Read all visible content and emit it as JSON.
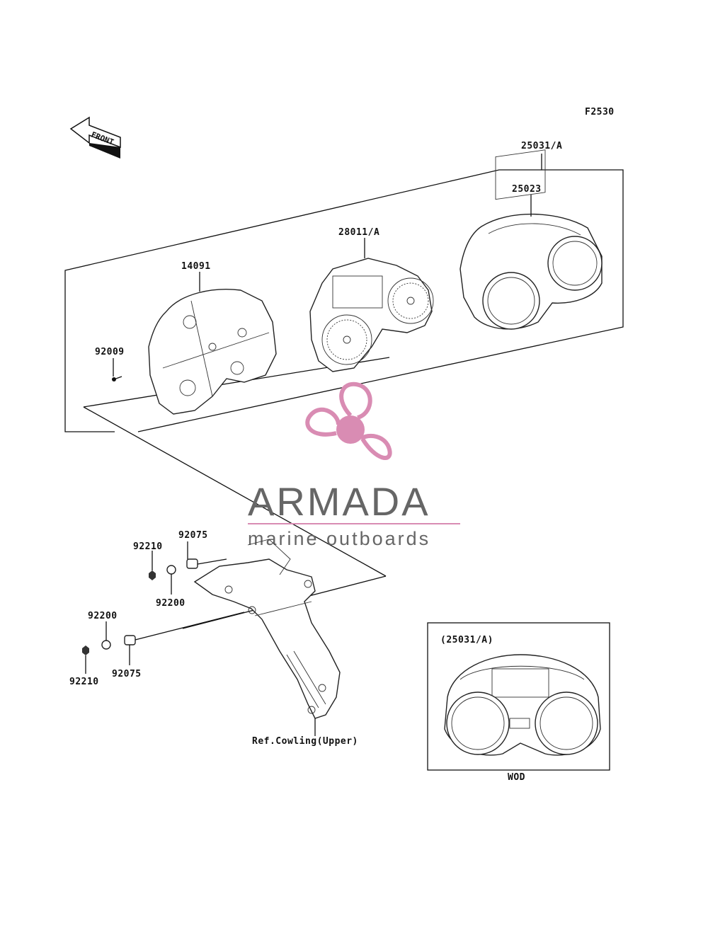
{
  "figure_code": "F2530",
  "front_arrow_label": "FRONT",
  "parts": [
    {
      "id": "p-25031",
      "label": "25031/A"
    },
    {
      "id": "p-25023",
      "label": "25023"
    },
    {
      "id": "p-28011",
      "label": "28011/A"
    },
    {
      "id": "p-14091",
      "label": "14091"
    },
    {
      "id": "p-92009",
      "label": "92009"
    },
    {
      "id": "p-92075a",
      "label": "92075"
    },
    {
      "id": "p-92210a",
      "label": "92210"
    },
    {
      "id": "p-92200a",
      "label": "92200"
    },
    {
      "id": "p-92200b",
      "label": "92200"
    },
    {
      "id": "p-92075b",
      "label": "92075"
    },
    {
      "id": "p-92210b",
      "label": "92210"
    }
  ],
  "reference_label": "Ref.Cowling(Upper)",
  "inset": {
    "title": "(25031/A)",
    "caption": "WOD"
  },
  "watermark": {
    "title": "ARMADA",
    "subtitle": "marine outboards",
    "colors": {
      "logo": "#d98cb3",
      "text": "#666666"
    }
  }
}
